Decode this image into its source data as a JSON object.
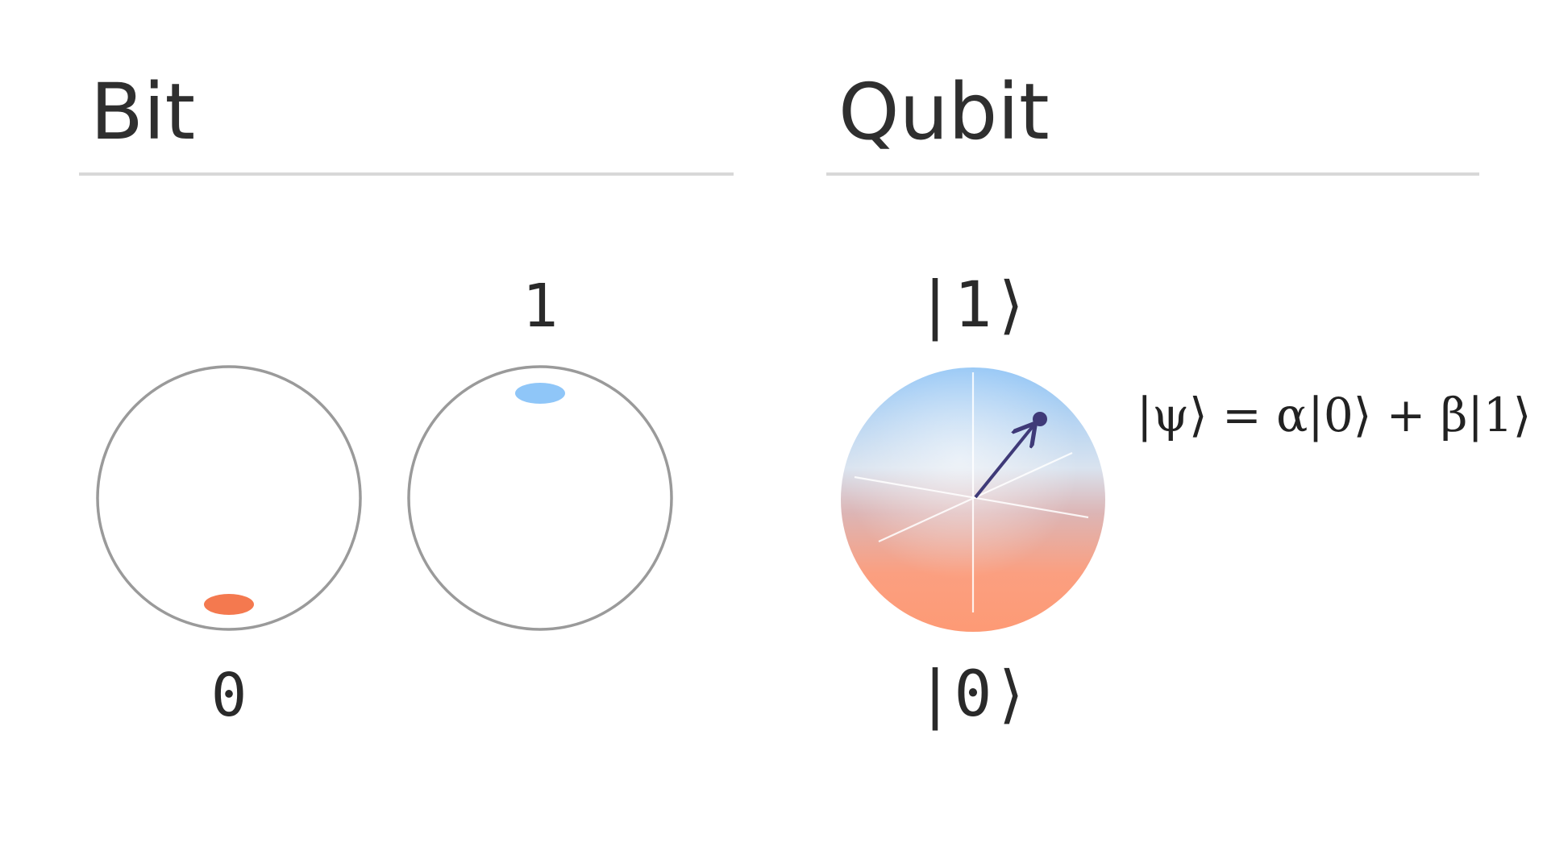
{
  "bit": {
    "title": "Bit",
    "state_zero_label": "0",
    "state_one_label": "1",
    "zero_marker_color": "#f4794f",
    "one_marker_color": "#8fc6f8",
    "circle_stroke_color": "#9a9a9a"
  },
  "qubit": {
    "title": "Qubit",
    "ket_one_label": "|1⟩",
    "ket_zero_label": "|0⟩",
    "state_formula": "|ψ⟩ = α|0⟩ + β|1⟩",
    "sphere_top_color": "#8ec3f5",
    "sphere_bottom_color": "#fb9a78",
    "vector_color": "#3f3a78"
  },
  "divider_color": "#d8d8d8",
  "heading_color": "#2f2f2f"
}
